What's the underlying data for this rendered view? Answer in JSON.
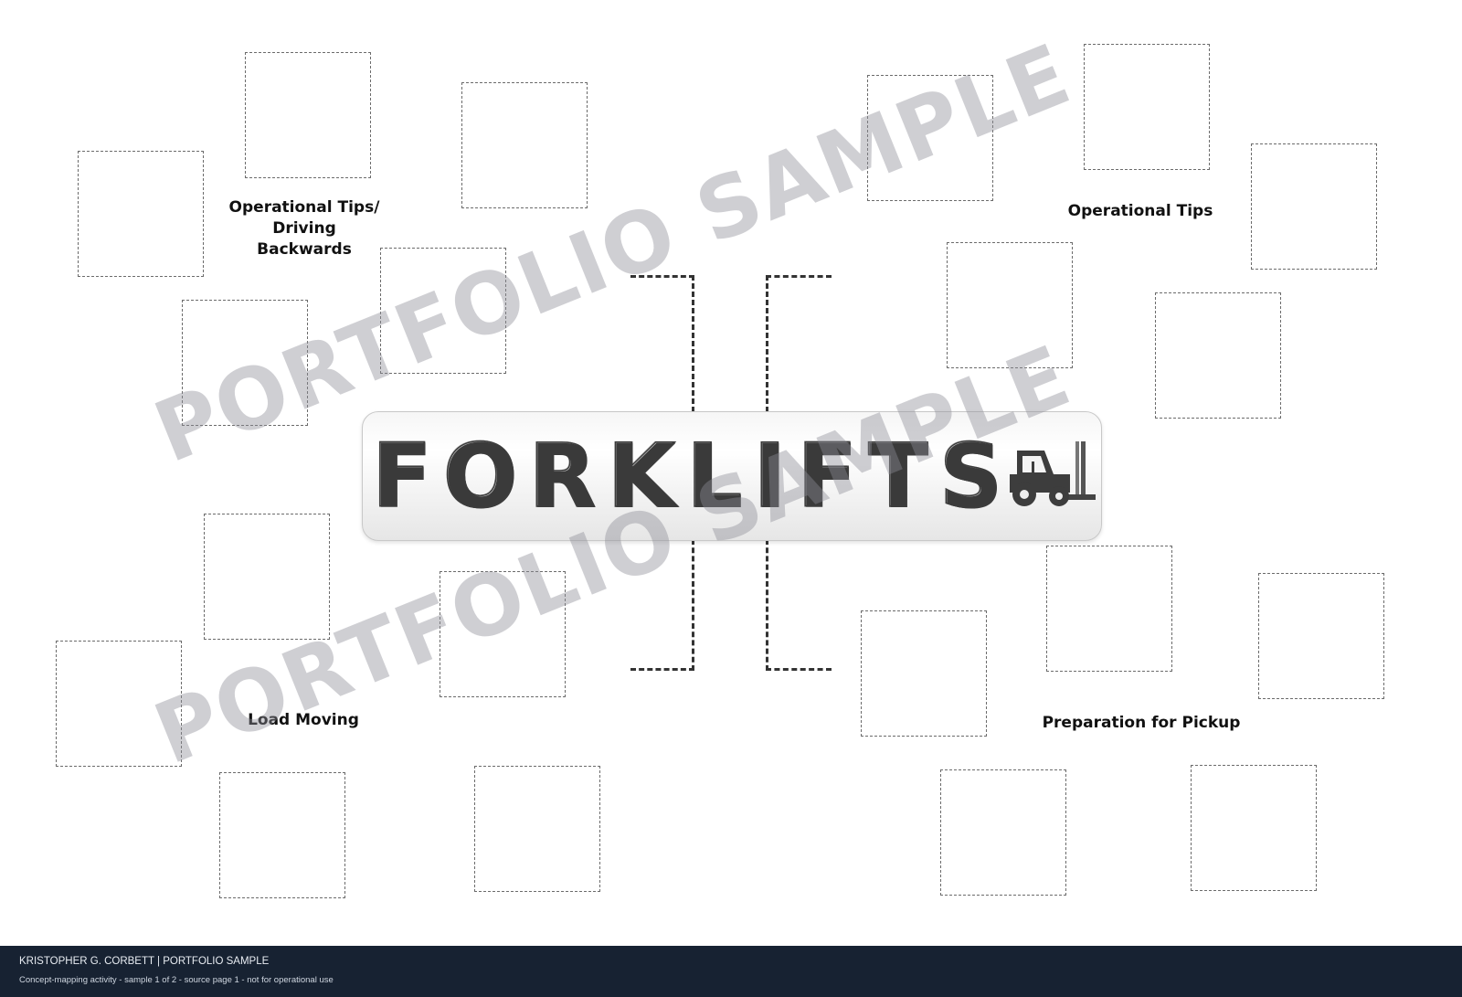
{
  "diagram": {
    "central_topic": "FORKLIFTS",
    "central_icon": "forklift-icon",
    "branches": [
      {
        "label_lines": [
          "Operational Tips/",
          "Driving",
          "Backwards"
        ]
      },
      {
        "label_lines": [
          "Operational Tips"
        ]
      },
      {
        "label_lines": [
          "Load Moving"
        ]
      },
      {
        "label_lines": [
          "Preparation for Pickup"
        ]
      }
    ]
  },
  "watermark": {
    "text": "PORTFOLIO SAMPLE"
  },
  "footer": {
    "line1": "KRISTOPHER G. CORBETT  |  PORTFOLIO SAMPLE",
    "line2": "Concept-mapping activity - sample 1 of 2 - source page 1 - not for operational use"
  },
  "colors": {
    "footer_bg": "#172232",
    "box_border": "#6b6b6b"
  }
}
